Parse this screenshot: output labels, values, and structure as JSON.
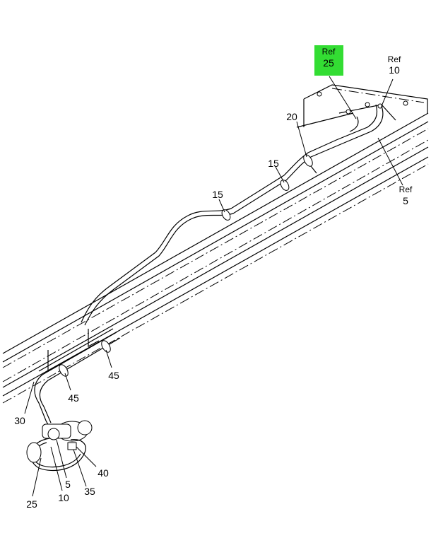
{
  "highlight": {
    "ref_label": "Ref",
    "number": "25",
    "color": "#33dd33"
  },
  "callouts": {
    "ref10": {
      "ref": "Ref",
      "number": "10"
    },
    "ref5": {
      "ref": "Ref",
      "number": "5"
    },
    "c20": "20",
    "c15a": "15",
    "c15b": "15",
    "c45a": "45",
    "c45b": "45",
    "c30": "30",
    "c40": "40",
    "c5": "5",
    "c35": "35",
    "c25": "25",
    "c10": "10"
  }
}
